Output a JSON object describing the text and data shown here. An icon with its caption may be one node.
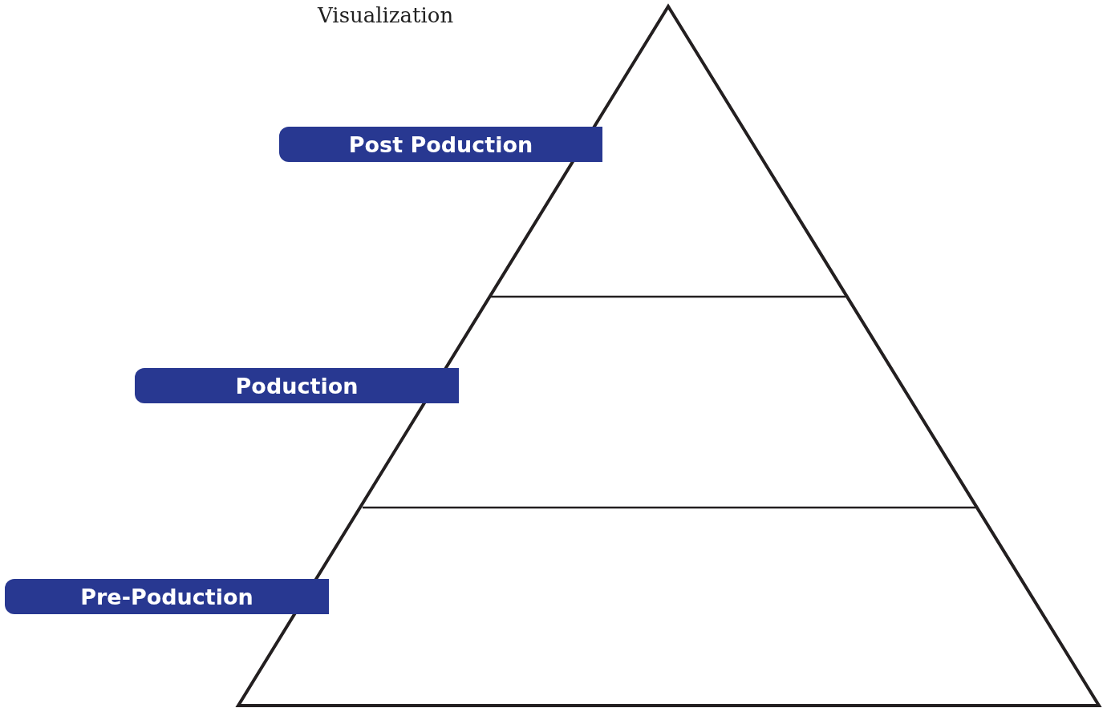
{
  "diagram": {
    "title": "Visualization",
    "nodes": [
      {
        "text": [
          "Post Poduction"
        ]
      },
      {
        "text": [
          "Poduction"
        ]
      },
      {
        "text": [
          "Pre-Poduction"
        ]
      }
    ],
    "edges": []
  }
}
